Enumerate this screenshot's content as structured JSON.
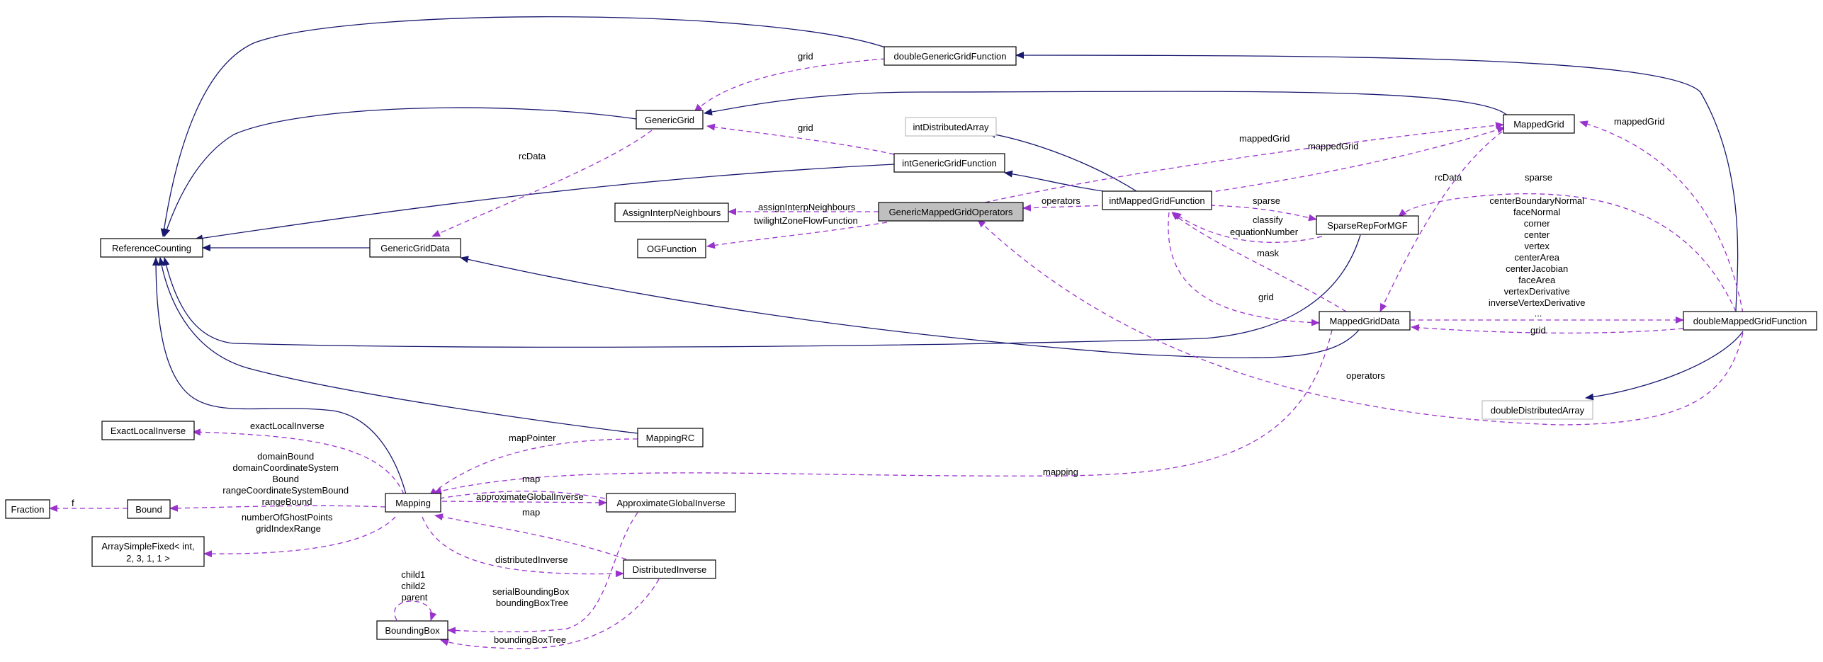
{
  "nodes": {
    "reference_counting": "ReferenceCounting",
    "generic_grid": "GenericGrid",
    "generic_grid_data": "GenericGridData",
    "double_generic_grid_function": "doubleGenericGridFunction",
    "int_distributed_array": "intDistributedArray",
    "int_generic_grid_function": "intGenericGridFunction",
    "assign_interp_neighbours": "AssignInterpNeighbours",
    "generic_mapped_grid_operators": "GenericMappedGridOperators",
    "og_function": "OGFunction",
    "int_mapped_grid_function": "intMappedGridFunction",
    "mapped_grid": "MappedGrid",
    "sparse_rep_for_mgf": "SparseRepForMGF",
    "mapped_grid_data": "MappedGridData",
    "double_mapped_grid_function": "doubleMappedGridFunction",
    "double_distributed_array": "doubleDistributedArray",
    "exact_local_inverse": "ExactLocalInverse",
    "mapping_rc": "MappingRC",
    "fraction": "Fraction",
    "bound": "Bound",
    "mapping": "Mapping",
    "approximate_global_inverse": "ApproximateGlobalInverse",
    "array_simple_fixed_line1": "ArraySimpleFixed< int,",
    "array_simple_fixed_line2": "2, 3, 1, 1 >",
    "distributed_inverse": "DistributedInverse",
    "bounding_box": "BoundingBox"
  },
  "edge_labels": {
    "grid_top": "grid",
    "rc_data_left": "rcData",
    "grid_mid": "grid",
    "mapped_grid_a": "mappedGrid",
    "mapped_grid_b": "mappedGrid",
    "mapped_grid_right": "mappedGrid",
    "assign_interp_neighbours": "assignInterpNeighbours",
    "twilight_zone_flow_function": "twilightZoneFlowFunction",
    "operators_mid": "operators",
    "sparse_a": "sparse",
    "classify": "classify",
    "equation_number": "equationNumber",
    "rc_data_right": "rcData",
    "sparse_b": "sparse",
    "mask": "mask",
    "grid_lower": "grid",
    "grid_right": "grid",
    "operators_lower": "operators",
    "mapping": "mapping",
    "map_pointer": "mapPointer",
    "exact_local_inverse": "exactLocalInverse",
    "f": "f",
    "map_a": "map",
    "approximate_global_inverse": "approximateGlobalInverse",
    "map_b": "map",
    "distributed_inverse": "distributedInverse",
    "bounding_box_tree": "boundingBoxTree",
    "child_labels": [
      "child1",
      "child2",
      "parent"
    ],
    "serial_labels": [
      "serialBoundingBox",
      "boundingBoxTree"
    ],
    "bound_labels": [
      "domainBound",
      "domainCoordinateSystem",
      "Bound",
      "rangeCoordinateSystemBound",
      "rangeBound"
    ],
    "ghost_labels": [
      "numberOfGhostPoints",
      "gridIndexRange"
    ],
    "geometry_labels": [
      "centerBoundaryNormal",
      "faceNormal",
      "corner",
      "center",
      "vertex",
      "centerArea",
      "centerJacobian",
      "faceArea",
      "vertexDerivative",
      "inverseVertexDerivative",
      "..."
    ]
  },
  "colors": {
    "inheritance_edge": "#191970",
    "usage_edge": "#9a32cd",
    "focus_fill": "#bfbfbf",
    "gray_border": "#bfbfbf"
  }
}
